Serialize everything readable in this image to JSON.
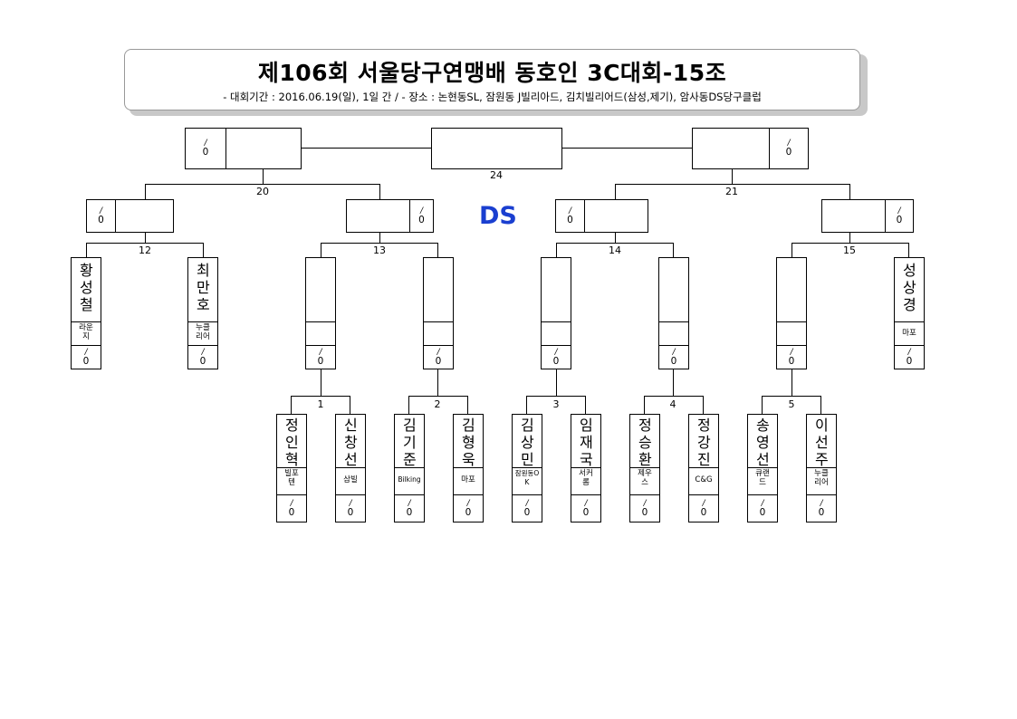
{
  "header": {
    "title": "제106회 서울당구연맹배 동호인 3C대회-15조",
    "subtitle": "-  대회기간 : 2016.06.19(일), 1일 간 / - 장소 : 논현동SL, 잠원동 J빌리아드, 김치빌리어드(삼성,제기), 암사동DS당구클럽"
  },
  "venue_label": "DS",
  "match_numbers": {
    "m1": "1",
    "m2": "2",
    "m3": "3",
    "m4": "4",
    "m5": "5",
    "m12": "12",
    "m13": "13",
    "m14": "14",
    "m15": "15",
    "m20": "20",
    "m21": "21",
    "m24": "24"
  },
  "score": {
    "slash": "/",
    "value": "0"
  },
  "players": {
    "p_a": {
      "name": "정인혁",
      "club": "빌포텐"
    },
    "p_b": {
      "name": "신창선",
      "club": "삼빌"
    },
    "p_c": {
      "name": "김기준",
      "club": "Bilking"
    },
    "p_d": {
      "name": "김형욱",
      "club": "마포"
    },
    "p_e": {
      "name": "김상민",
      "club": "잠원동OK"
    },
    "p_f": {
      "name": "임재국",
      "club": "서커롬"
    },
    "p_g": {
      "name": "정승환",
      "club": "제우스"
    },
    "p_h": {
      "name": "정강진",
      "club": "C&G"
    },
    "p_i": {
      "name": "송영선",
      "club": "큐랜드"
    },
    "p_j": {
      "name": "이선주",
      "club": "누클리어"
    },
    "p_k": {
      "name": "황성철",
      "club": "라운지"
    },
    "p_l": {
      "name": "최만호",
      "club": "누클리어"
    },
    "p_m": {
      "name": "성상경",
      "club": "마포"
    }
  }
}
